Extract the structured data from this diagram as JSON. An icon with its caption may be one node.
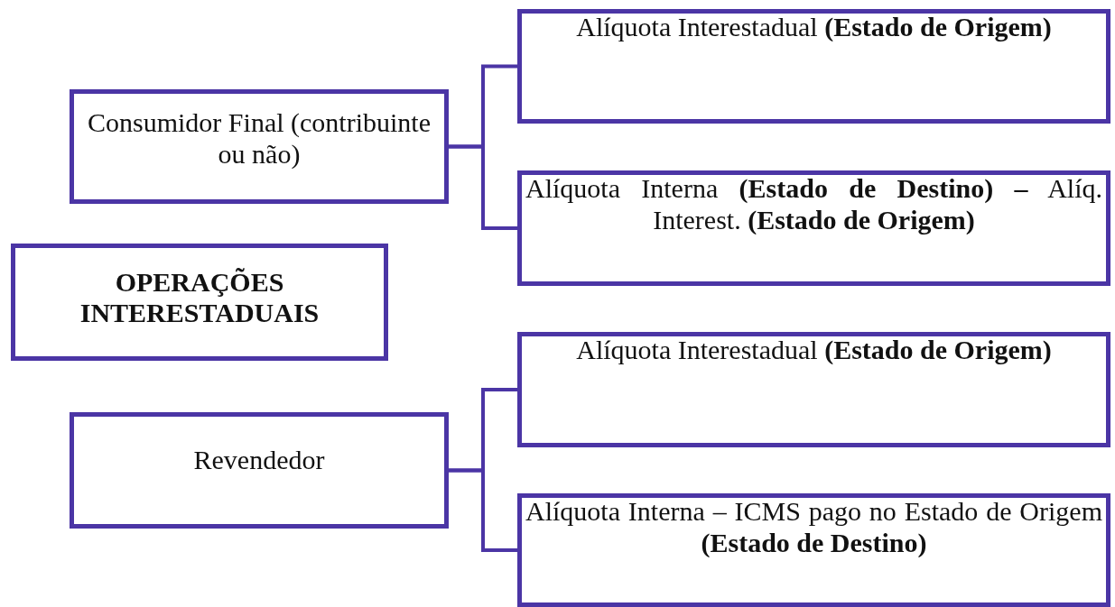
{
  "diagram": {
    "nodes": [
      {
        "text": [
          "OPERAÇÕES INTERESTADUAIS"
        ]
      },
      {
        "text": [
          "Consumidor Final (contribuinte ou não)"
        ]
      },
      {
        "text": [
          "Alíquota Interestadual **(Estado de Origem)**"
        ]
      },
      {
        "text": [
          "Alíquota Interna **(Estado de Destino) –** Alíq. Interest. **(Estado de Origem)**"
        ]
      },
      {
        "text": [
          "Revendedor"
        ]
      },
      {
        "text": [
          "Alíquota Interestadual **(Estado de Origem)**"
        ]
      },
      {
        "text": [
          "Alíquota Interna – ICMS pago no Estado de Origem **(Estado de Destino)**"
        ]
      }
    ],
    "edges": [
      {
        "from": 1,
        "to": 2,
        "arrow": "none"
      },
      {
        "from": 1,
        "to": 3,
        "arrow": "none"
      },
      {
        "from": 4,
        "to": 5,
        "arrow": "none"
      },
      {
        "from": 4,
        "to": 6,
        "arrow": "none"
      }
    ]
  }
}
